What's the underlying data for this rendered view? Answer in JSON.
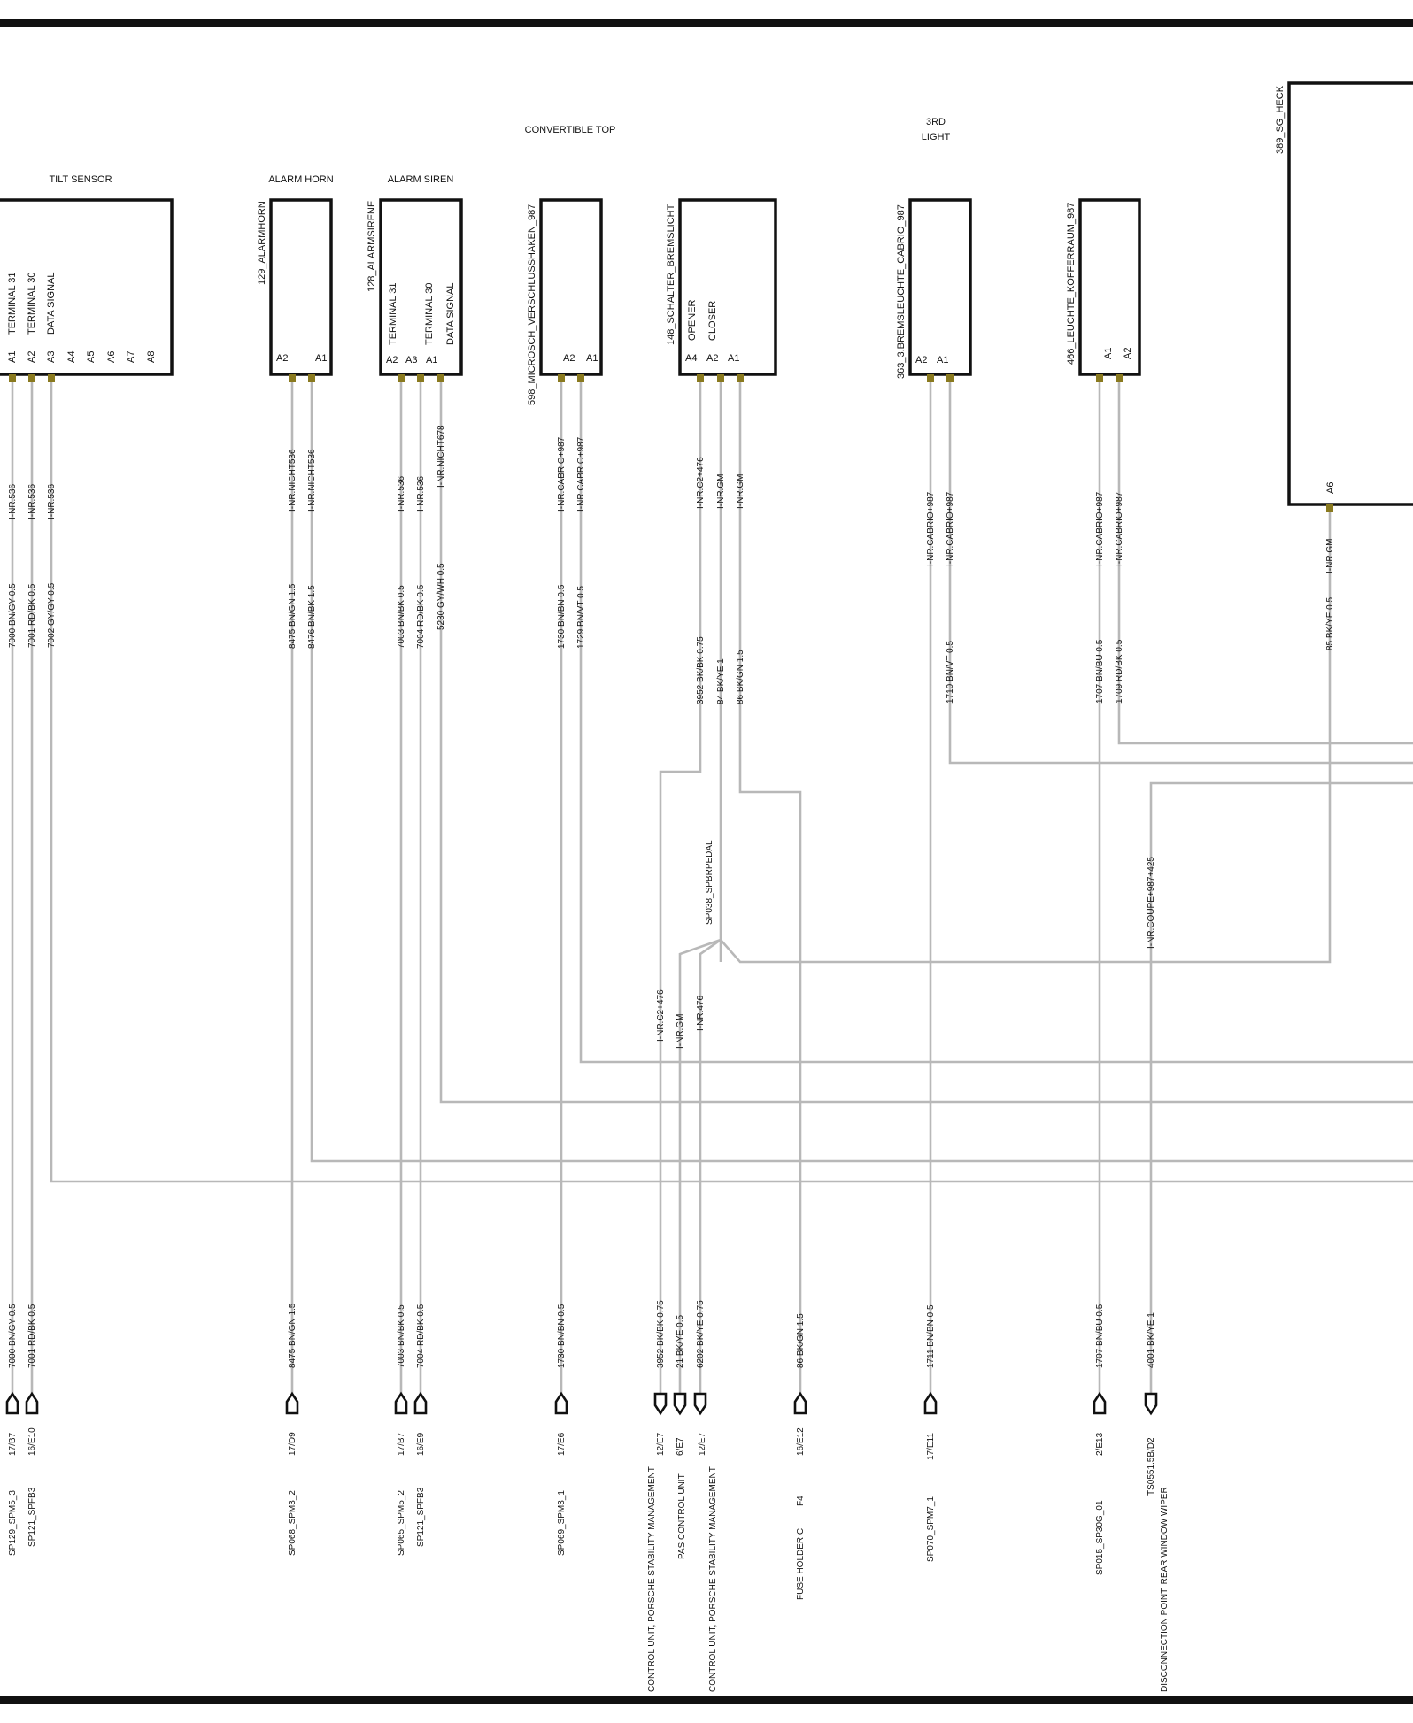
{
  "titles": {
    "convertible_top": "CONVERTIBLE TOP",
    "third_light": [
      "3RD",
      "LIGHT"
    ],
    "tilt_sensor": "TILT SENSOR",
    "alarm_horn": "ALARM HORN",
    "alarm_siren": "ALARM SIREN"
  },
  "components": {
    "tilt_sensor": {
      "signals": [
        "TERMINAL 31",
        "TERMINAL 30",
        "DATA SIGNAL"
      ],
      "pins": [
        "A1",
        "A2",
        "A3",
        "A4",
        "A5",
        "A6",
        "A7",
        "A8"
      ]
    },
    "alarm_horn": {
      "name": "129_ALARMHORN",
      "pins": [
        "A2",
        "A1"
      ]
    },
    "alarm_siren": {
      "name": "128_ALARMSIRENE",
      "signals": [
        "TERMINAL 31",
        "TERMINAL 30",
        "DATA SIGNAL"
      ],
      "pins": [
        "A2",
        "A3",
        "A1"
      ]
    },
    "microsch": {
      "name": "598_MICROSCH_VERSCHLUSSHAKEN_987",
      "pins": [
        "A2",
        "A1"
      ]
    },
    "schalter": {
      "name": "148_SCHALTER_BREMSLICHT",
      "signals": [
        "OPENER",
        "CLOSER"
      ],
      "pins": [
        "A4",
        "A2",
        "A1"
      ]
    },
    "bremsleuchte": {
      "name": "363_3.BREMSLEUCHTE_CABRIO_987",
      "pins": [
        "A2",
        "A1"
      ]
    },
    "leuchte": {
      "name": "466_LEUCHTE_KOFFERRAUM_987",
      "pins": [
        "A1",
        "A2"
      ]
    },
    "sg_heck": {
      "name": "389_SG_HECK",
      "pins": [
        "A6"
      ]
    }
  },
  "wire_codes": {
    "ts_1": "I-NR.536",
    "ts_2": "I-NR.536",
    "ts_3": "I-NR.536",
    "ts_w1": "7000 BN/GY 0.5",
    "ts_w2": "7001 RD/BK 0.5",
    "ts_w3": "7002 GY/GY 0.5",
    "ah_1": "I-NR.NICHT536",
    "ah_2": "I-NR.NICHT536",
    "ah_w1": "8475 BN/GN 1.5",
    "ah_w2": "8476 BN/BK 1.5",
    "as_1": "I-NR.536",
    "as_2": "I-NR.536",
    "as_3": "I-NR.NICHT678",
    "as_w1": "7003 BN/BK 0.5",
    "as_w2": "7004 RD/BK 0.5",
    "as_w3": "5230 GY/WH 0.5",
    "ms_1": "I-NR.CABRIO+987",
    "ms_2": "I-NR.CABRIO+987",
    "ms_w1": "1730 BN/BN 0.5",
    "ms_w2": "1729 BN/VT 0.5",
    "sb_1": "I-NR.C2+476",
    "sb_2": "I-NR.GM",
    "sb_3": "I-NR.GM",
    "sb_w1": "3952 BK/BK 0.75",
    "sb_w2": "84 BK/YE 1",
    "sb_w3": "86 BK/GN 1.5",
    "bl_1": "I-NR.CABRIO+987",
    "bl_2": "I-NR.CABRIO+987",
    "bl_w2": "1710 BN/VT 0.5",
    "lk_1": "I-NR.CABRIO+987",
    "lk_2": "I-NR.CABRIO+987",
    "lk_w1": "1707 BN/BU 0.5",
    "lk_w2": "1709 RD/BK 0.5",
    "sg_1": "I-NR.GM",
    "sg_w1": "85 BK/YE 0.5",
    "splice": "SP038_SPBRPEDAL",
    "sp_1": "I-NR.C2+476",
    "sp_2": "I-NR.GM",
    "sp_3": "I-NR.476",
    "coupe": "I-NR.COUPE+987+425"
  },
  "bottom_labels": {
    "b1": "7000 BN/GY 0.5",
    "b2": "7001 RD/BK 0.5",
    "b3": "8475 BN/GN 1.5",
    "b4": "7003 BN/BK 0.5",
    "b5": "7004 RD/BK 0.5",
    "b6": "1730 BN/BN 0.5",
    "b7": "3952 BK/BK 0.75",
    "b8": "21 BK/YE 0.5",
    "b9": "6202 BK/YE 0.75",
    "b10": "86 BK/GN 1.5",
    "b11": "1711 BN/BN 0.5",
    "b12": "1707 BN/BU 0.5",
    "b13": "4001 BK/YE 1"
  },
  "destinations": {
    "d1_ref": "17/B7",
    "d1_name": "SP129_SPM5_3",
    "d2_ref": "16/E10",
    "d2_name": "SP121_SPFB3",
    "d3_ref": "17/D9",
    "d3_name": "SP068_SPM3_2",
    "d4_ref": "17/B7",
    "d4_name": "SP065_SPM5_2",
    "d5_ref": "16/E9",
    "d5_name": "SP121_SPFB3",
    "d6_ref": "17/E6",
    "d6_name": "SP069_SPM3_1",
    "d7_ref": "12/E7",
    "d7_name": "CONTROL UNIT, PORSCHE STABILITY MANAGEMENT",
    "d8_ref": "6/E7",
    "d8_name": "PAS CONTROL UNIT",
    "d9_ref": "12/E7",
    "d9_name": "CONTROL UNIT, PORSCHE STABILITY MANAGEMENT",
    "d10_ref": "16/E12",
    "d10_name": "FUSE HOLDER C",
    "d10_extra": "F4",
    "d11_ref": "17/E11",
    "d11_name": "SP070_SPM7_1",
    "d12_ref": "2/E13",
    "d12_name": "SP015_SP30G_01",
    "d13_ref": "TS0551.5B/D2",
    "d13_name": "DISCONNECTION POINT, REAR WINDOW WIPER"
  }
}
